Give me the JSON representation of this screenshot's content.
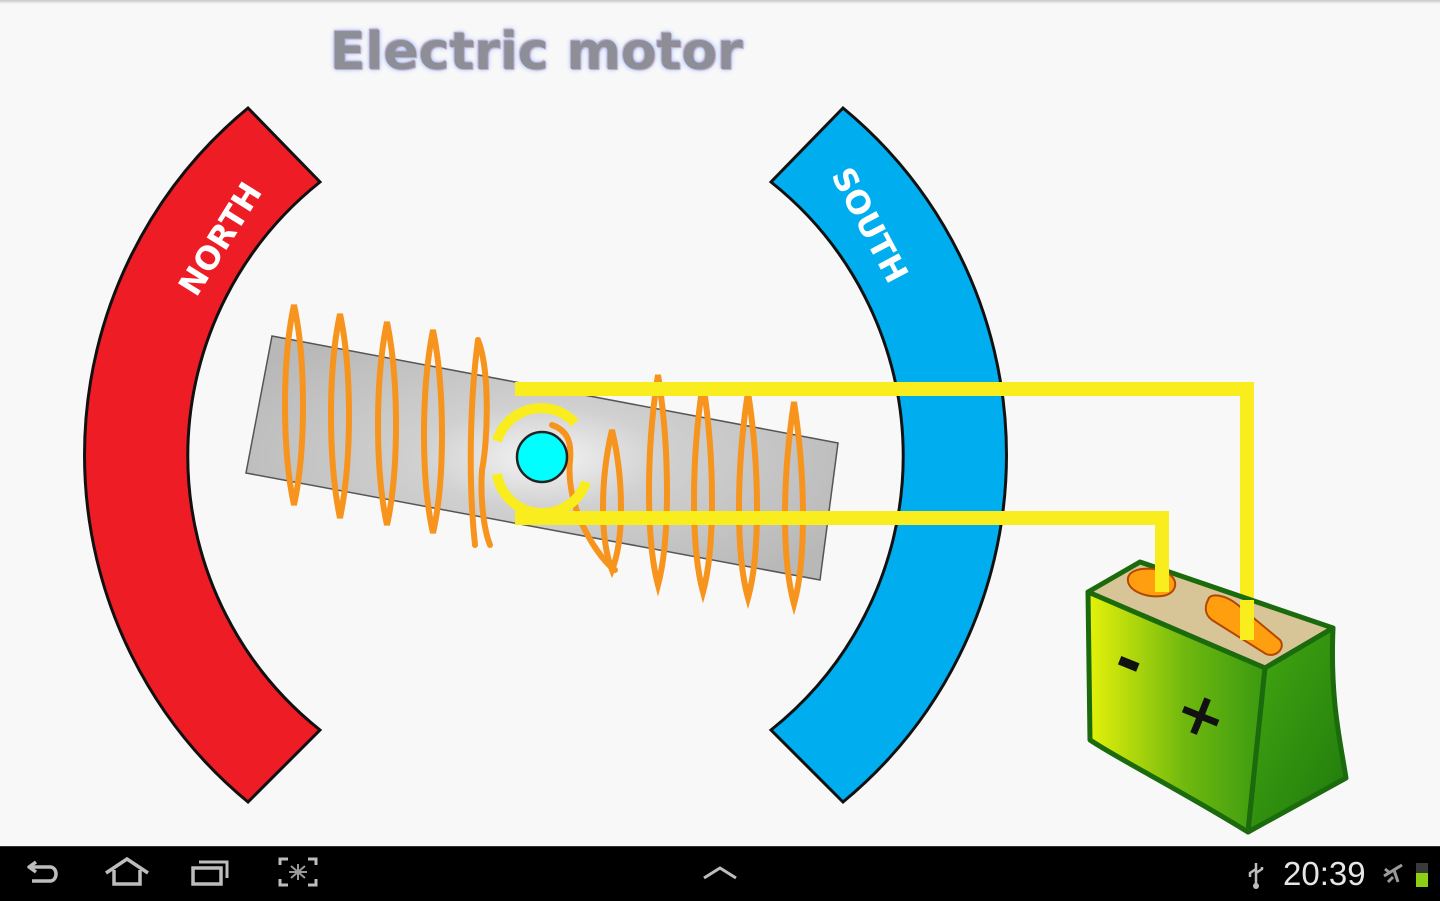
{
  "app": {
    "title": "Electric motor",
    "magnets": {
      "north": {
        "label": "NORTH",
        "color": "#ee1c25"
      },
      "south": {
        "label": "SOUTH",
        "color": "#00aeef"
      }
    },
    "armature": {
      "core_color": "#c8c8c8",
      "coil_color": "#f7941d",
      "axle_color": "#00ffff"
    },
    "wires": {
      "color": "#f9ed1e"
    },
    "battery": {
      "minus_symbol": "-",
      "plus_symbol": "+",
      "body_color": "#4aa513",
      "terminal_color": "#ff9f0f"
    }
  },
  "navbar": {
    "buttons": [
      {
        "name": "back",
        "icon": "back-icon"
      },
      {
        "name": "home",
        "icon": "home-icon"
      },
      {
        "name": "recent-apps",
        "icon": "recent-apps-icon"
      },
      {
        "name": "screenshot",
        "icon": "screenshot-icon"
      }
    ],
    "center": {
      "icon": "chevron-up-icon"
    },
    "status": {
      "usb_icon": "usb-icon",
      "time": "20:39",
      "airplane_icon": "airplane-icon",
      "battery_icon": "battery-icon",
      "battery_color": "#8ccf14"
    }
  }
}
